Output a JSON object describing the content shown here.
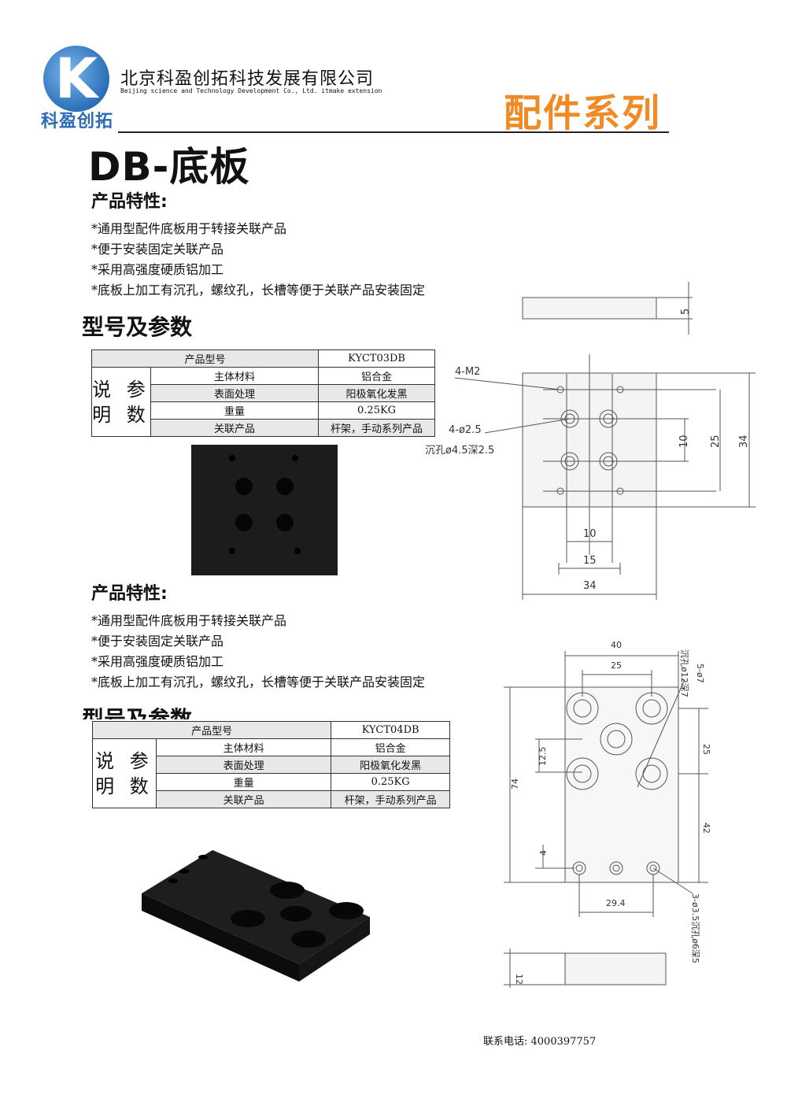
{
  "header": {
    "logo_text": "科盈创拓",
    "logo_letter": "K",
    "company_cn": "北京科盈创拓科技发展有限公司",
    "company_en": "Beijing science and Technology Development Co., Ltd. itmake extension",
    "series": "配件系列",
    "accent_color": "#f08a25"
  },
  "page_title": "DB-底板",
  "section1": {
    "features_heading": "产品特性:",
    "features": [
      "*通用型配件底板用于转接关联产品",
      "*便于安装固定关联产品",
      "*采用高强度硬质铝加工",
      "*底板上加工有沉孔，螺纹孔，长槽等便于关联产品安装固定"
    ],
    "params_heading": "型号及参数",
    "table": {
      "model_label": "产品型号",
      "model_value": "KYCT03DB",
      "side_label_1": "说 参",
      "side_label_2": "明 数",
      "rows": [
        {
          "label": "主体材料",
          "value": "铝合金"
        },
        {
          "label": "表面处理",
          "value": "阳极氧化发黑"
        },
        {
          "label": "重量",
          "value": "0.25KG"
        },
        {
          "label": "关联产品",
          "value": "杆架，手动系列产品"
        }
      ]
    },
    "drawing": {
      "thickness": "5",
      "thread": "4-M2",
      "holes": "4-ø2.5",
      "counterbore": "沉孔ø4.5深2.5",
      "dim_10_v": "10",
      "dim_25": "25",
      "dim_34_v": "34",
      "dim_10_h": "10",
      "dim_15": "15",
      "dim_34_h": "34"
    }
  },
  "section2": {
    "features_heading": "产品特性:",
    "features": [
      "*通用型配件底板用于转接关联产品",
      "*便于安装固定关联产品",
      "*采用高强度硬质铝加工",
      "*底板上加工有沉孔，螺纹孔，长槽等便于关联产品安装固定"
    ],
    "params_heading": "型号及参数",
    "table": {
      "model_label": "产品型号",
      "model_value": "KYCT04DB",
      "side_label_1": "说 参",
      "side_label_2": "明 数",
      "rows": [
        {
          "label": "主体材料",
          "value": "铝合金"
        },
        {
          "label": "表面处理",
          "value": "阳极氧化发黑"
        },
        {
          "label": "重量",
          "value": "0.25KG"
        },
        {
          "label": "关联产品",
          "value": "杆架，手动系列产品"
        }
      ]
    },
    "drawing": {
      "dim_40": "40",
      "dim_25_top": "25",
      "counterbore_big": "沉孔ø12深7",
      "holes_big": "5-ø7",
      "dim_25_right": "25",
      "dim_12_5": "12.5",
      "dim_74": "74",
      "dim_42": "42",
      "dim_4": "4",
      "dim_29_4": "29.4",
      "small_holes": "3-ø3.5沉孔ø6深5",
      "thickness": "12"
    }
  },
  "footer": {
    "contact": "联系电话: 4000397757"
  }
}
